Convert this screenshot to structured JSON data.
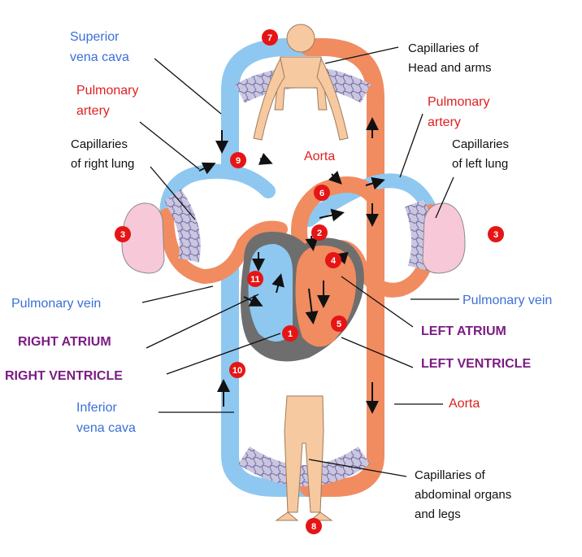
{
  "labels": {
    "superior_vena_cava": [
      "Superior",
      "vena cava"
    ],
    "pulmonary_artery_left_side": [
      "Pulmonary",
      "artery"
    ],
    "pulmonary_artery_right_side": [
      "Pulmonary",
      "artery"
    ],
    "capillaries_right_lung": [
      "Capillaries",
      "of right lung"
    ],
    "capillaries_left_lung": [
      "Capillaries",
      "of left lung"
    ],
    "capillaries_head_arms": [
      "Capillaries of",
      "Head and arms"
    ],
    "aorta_top": "Aorta",
    "aorta_bottom": "Aorta",
    "pulmonary_vein_left_side": "Pulmonary vein",
    "pulmonary_vein_right_side": "Pulmonary vein",
    "right_atrium": "RIGHT ATRIUM",
    "right_ventricle": "RIGHT VENTRICLE",
    "left_atrium": "LEFT ATRIUM",
    "left_ventricle": "LEFT VENTRICLE",
    "inferior_vena_cava": [
      "Inferior",
      "vena cava"
    ],
    "capillaries_abdominal": [
      "Capillaries of",
      "abdominal organs",
      "and legs"
    ]
  },
  "step_numbers": [
    "1",
    "2",
    "3",
    "3",
    "4",
    "5",
    "6",
    "7",
    "8",
    "9",
    "10",
    "11"
  ],
  "colors": {
    "deoxygenated": "#8ec8f0",
    "oxygenated": "#f08c60",
    "capillary_mix": "#b7a8c8",
    "heart_wall": "#6e6e6e",
    "lung": "#f7c8d8",
    "body": "#f7c9a0",
    "badge": "#e61515"
  }
}
